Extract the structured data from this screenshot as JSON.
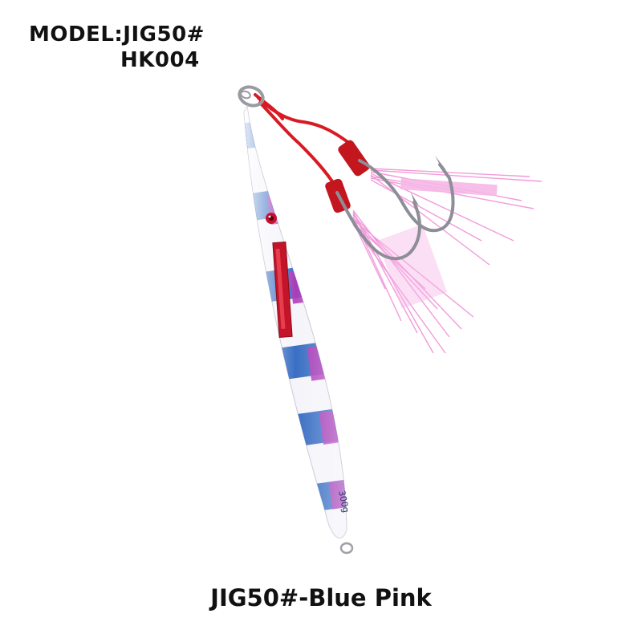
{
  "header": {
    "model_label": "MODEL:JIG50#",
    "code_label": "HK004"
  },
  "caption": "JIG50#-Blue Pink",
  "product": {
    "jig_weight_marking": "300g",
    "colors": {
      "blue_stripe": "#3a6fc4",
      "pink_stripe": "#b03ab8",
      "body_white": "#f4f4fa",
      "red_cord": "#d81a24",
      "skirt_pink": "#f08ad4",
      "hook_steel": "#9a9aa2"
    }
  }
}
